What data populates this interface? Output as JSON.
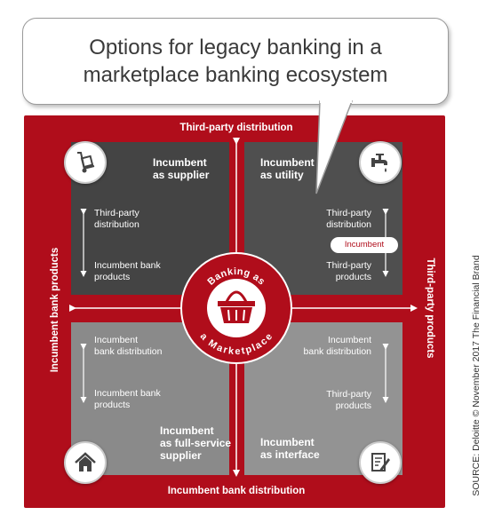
{
  "title": "Options for legacy banking in a marketplace banking ecosystem",
  "axes": {
    "top": "Third-party distribution",
    "bottom": "Incumbent bank distribution",
    "left": "Incumbent bank products",
    "right": "Third-party products"
  },
  "center": {
    "arc_top": "Banking as",
    "arc_bottom": "a Marketplace",
    "icon": "shopping-basket-icon"
  },
  "quadrants": {
    "top_left": {
      "title_line1": "Incumbent",
      "title_line2": "as supplier",
      "label_a_line1": "Third-party",
      "label_a_line2": "distribution",
      "label_b_line1": "Incumbent bank",
      "label_b_line2": "products",
      "icon": "hand-truck-icon"
    },
    "top_right": {
      "title_line1": "Incumbent",
      "title_line2": "as utility",
      "label_a_line1": "Third-party",
      "label_a_line2": "distribution",
      "pill": "Incumbent",
      "label_b_line1": "Third-party",
      "label_b_line2": "products",
      "icon": "water-tap-icon"
    },
    "bottom_left": {
      "label_a_line1": "Incumbent",
      "label_a_line2": "bank distribution",
      "label_b_line1": "Incumbent bank",
      "label_b_line2": "products",
      "title_line1": "Incumbent",
      "title_line2": "as full-service",
      "title_line3": "supplier",
      "icon": "house-icon"
    },
    "bottom_right": {
      "label_a_line1": "Incumbent",
      "label_a_line2": "bank distribution",
      "label_b_line1": "Third-party",
      "label_b_line2": "products",
      "title_line1": "Incumbent",
      "title_line2": "as interface",
      "icon": "document-edit-icon"
    }
  },
  "source": "SOURCE: Deloitte © November 2017 The Financial Brand",
  "colors": {
    "brand_red": "#b00d1b",
    "dark_gray": "#444444",
    "light_gray": "#8a8a8a",
    "white": "#ffffff"
  }
}
